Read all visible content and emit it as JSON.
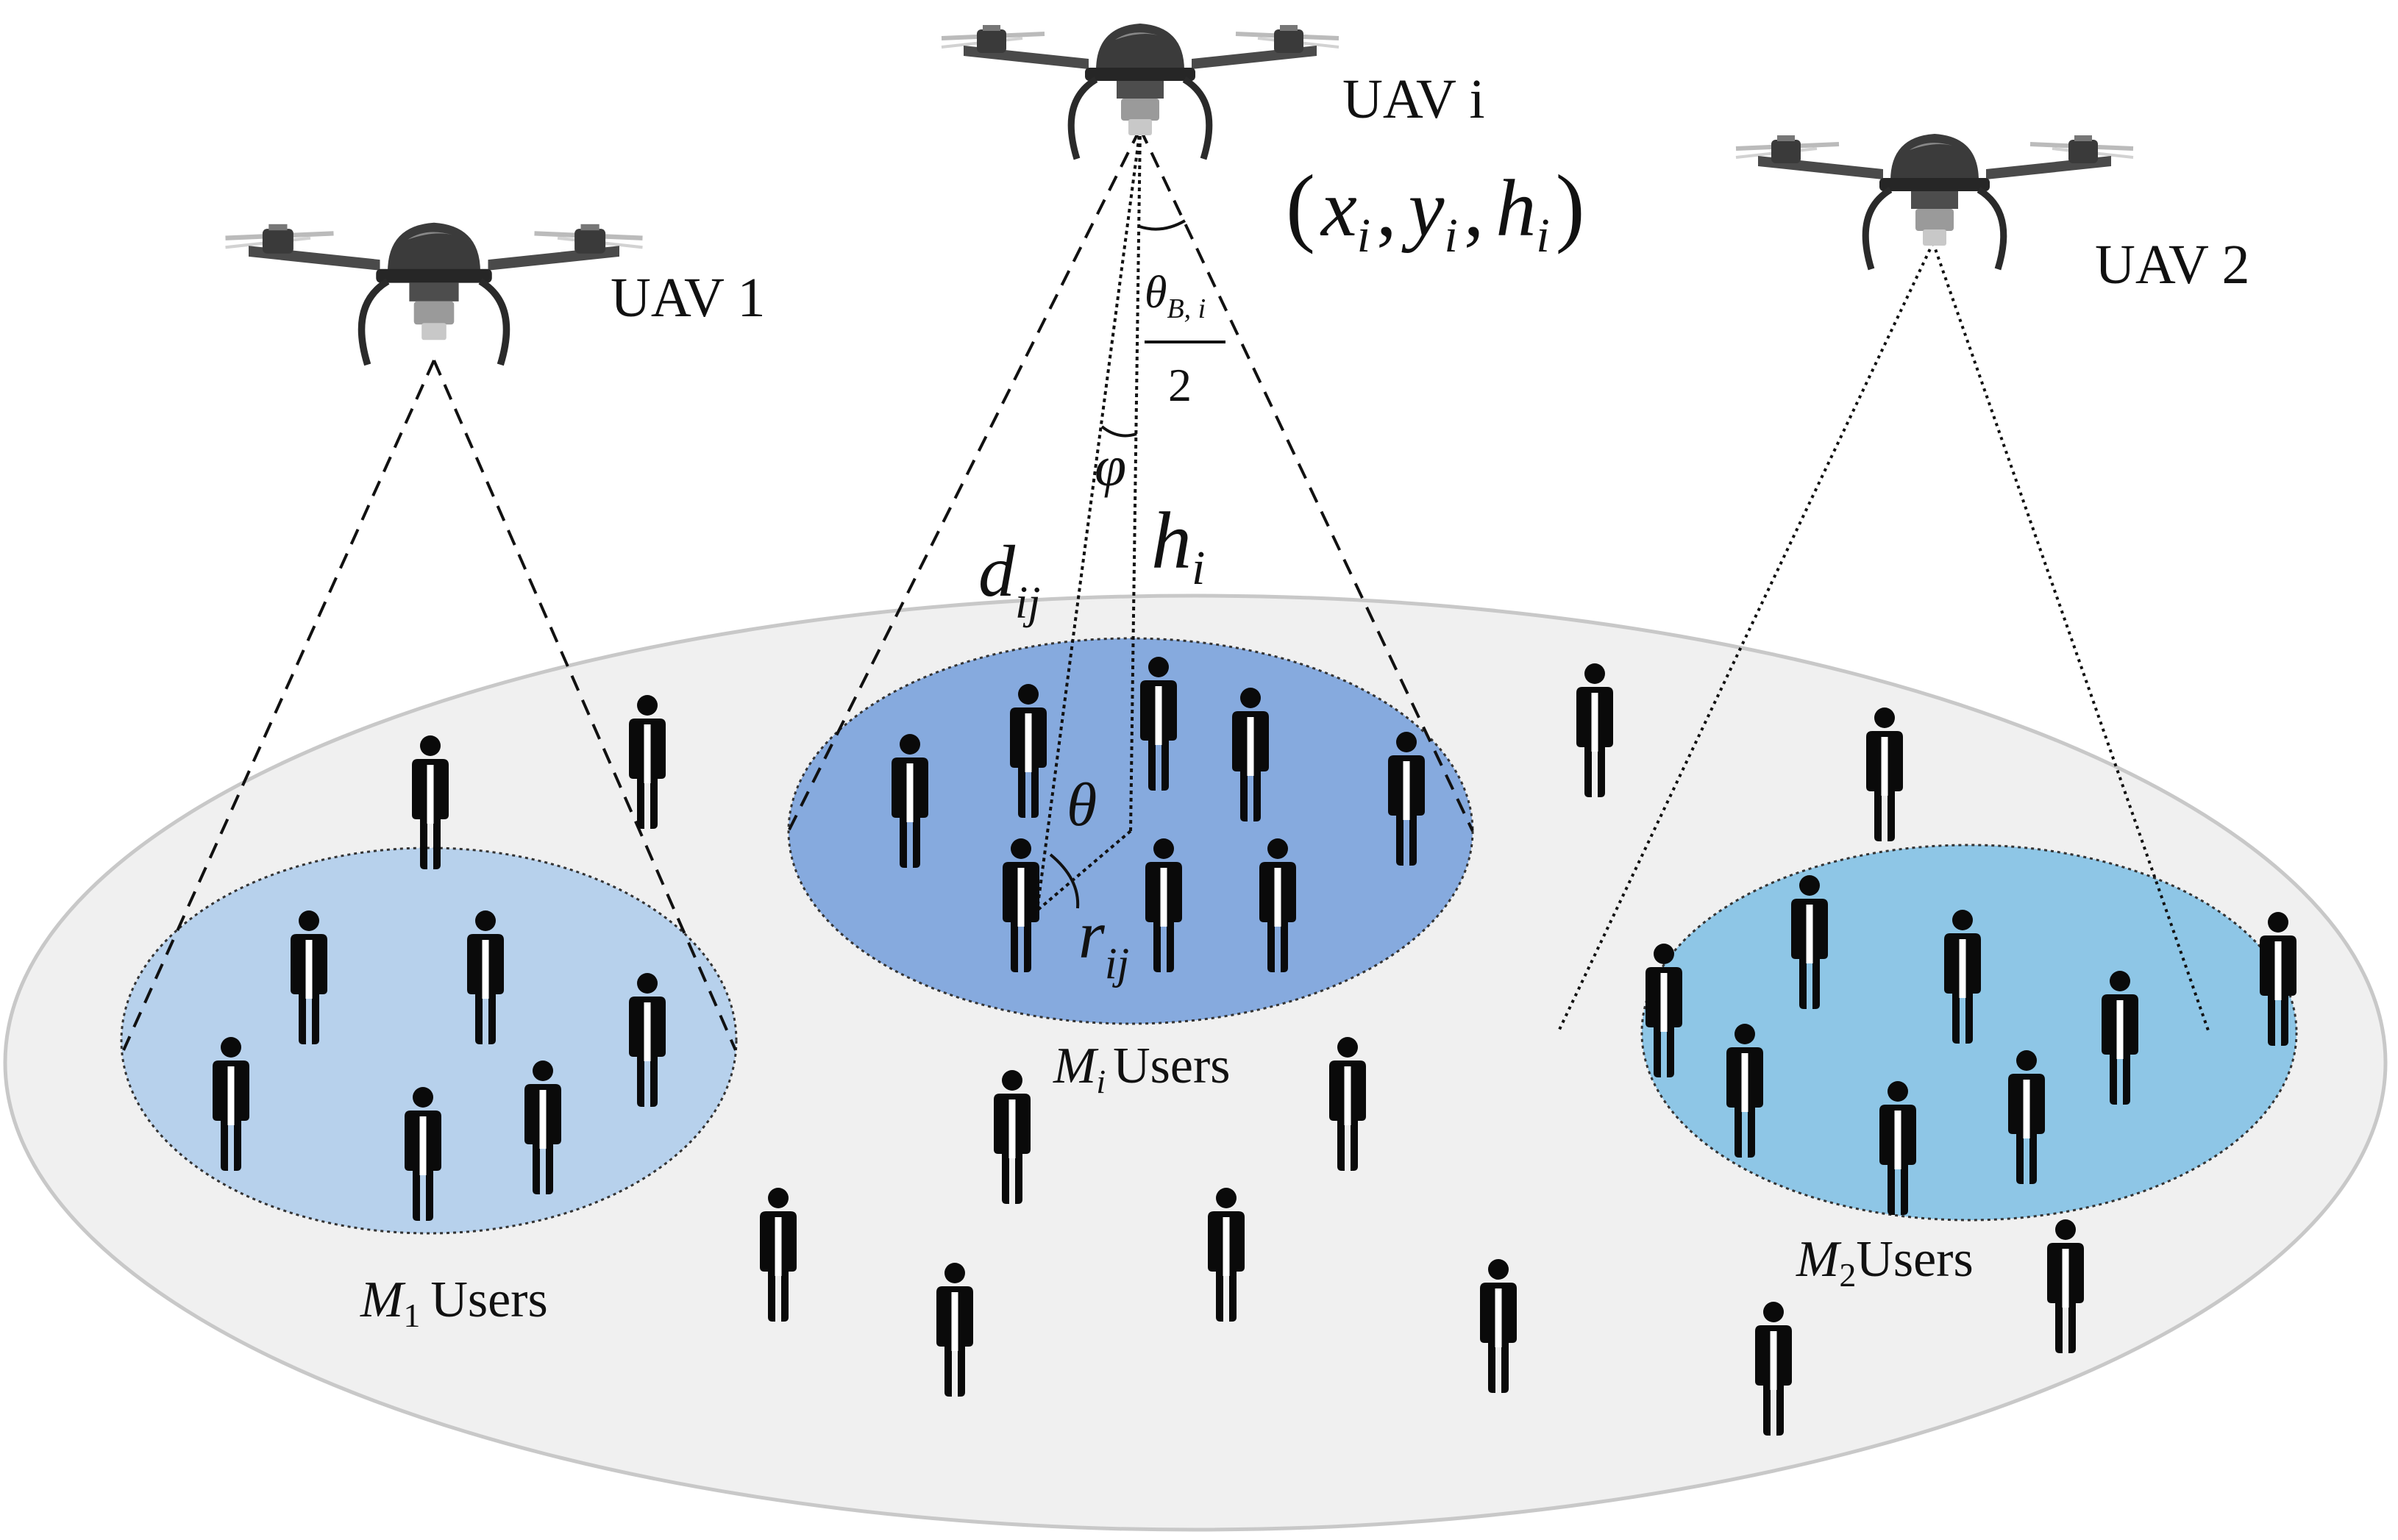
{
  "diagram": {
    "uavs": [
      {
        "name": "UAV 1"
      },
      {
        "name": "UAV i",
        "coords": {
          "open": "(",
          "x": "x",
          "xs": "i",
          "c1": ",",
          "y": "y",
          "ys": "i",
          "c2": ",",
          "h": "h",
          "hs": "i",
          "close": ")"
        }
      },
      {
        "name": "UAV 2"
      }
    ],
    "clusters": [
      {
        "sym": "M",
        "sub": "1",
        "text": "Users",
        "color": "#b7d1ec"
      },
      {
        "sym": "M",
        "sub": "i",
        "text": "Users",
        "color": "#86aade"
      },
      {
        "sym": "M",
        "sub": "2",
        "text": "Users",
        "color": "#8ec6e6"
      }
    ],
    "symbols": {
      "theta_b": {
        "base": "θ",
        "sub": "B, i",
        "den": "2"
      },
      "phi": "φ",
      "h": {
        "base": "h",
        "sub": "i"
      },
      "d": {
        "base": "d",
        "sub": "ij"
      },
      "theta": "θ",
      "r": {
        "base": "r",
        "sub": "ij"
      }
    },
    "colors": {
      "ground": "#f0f0f0",
      "ground_edge": "#c8c8c8",
      "user": "#0a0a0a"
    }
  }
}
